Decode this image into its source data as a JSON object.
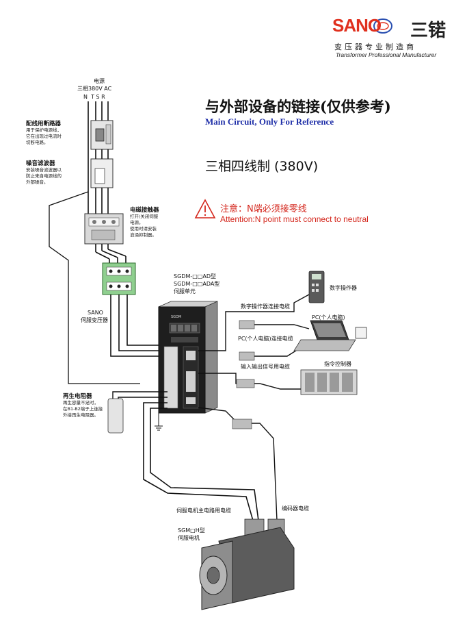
{
  "header": {
    "brand": "SANO",
    "brand_cn": "三锘",
    "tagline_cn": "变压器专业制造商",
    "tagline_en": "Transformer Professional Manufacturer"
  },
  "title": {
    "cn": "与外部设备的链接(仅供参考)",
    "en": "Main Circuit, Only For Reference",
    "subtitle": "三相四线制 (380V)"
  },
  "warning": {
    "cn": "注意：N端必须接零线",
    "en": "Attention:N point must connect to neutral"
  },
  "power": {
    "label1": "电源",
    "label2": "三相380V AC",
    "terminals": "N  T S R"
  },
  "breaker": {
    "title": "配线用断路器",
    "desc1": "用于保护电源线，",
    "desc2": "它在出现过电流时",
    "desc3": "切断电路。"
  },
  "filter": {
    "title": "噪音滤波器",
    "desc1": "安装噪音滤波器以",
    "desc2": "防止来自电源线的",
    "desc3": "外部噪音。"
  },
  "contactor": {
    "title": "电磁接触器",
    "desc1": "打开/关闭伺服",
    "desc2": "电源。",
    "desc3": "使用时请安装",
    "desc4": "浪涌抑制器。"
  },
  "transformer": {
    "line1": "SANO",
    "line2": "伺服变压器"
  },
  "servo_unit": {
    "model1": "SGDM-□□AD型",
    "model2": "SGDM-□□ADA型",
    "name": "伺服单元",
    "front_label": "SGDM"
  },
  "devices": {
    "digital_operator": "数字操作器",
    "digital_operator_cable": "数字操作器连接电缆",
    "pc": "PC(个人电脑)",
    "pc_cable": "PC(个人电脑)连接电缆",
    "io_cable": "输入输出信号用电缆",
    "controller": "指令控制器"
  },
  "regen": {
    "title": "再生电阻器",
    "desc1": "再生容量不足时，",
    "desc2": "在B1-B2端子上连接",
    "desc3": "外接再生电阻器。"
  },
  "motor": {
    "main_cable": "伺服电机主电路用电缆",
    "encoder_cable": "编码器电缆",
    "model": "SGM□H型",
    "name": "伺服电机"
  },
  "colors": {
    "brand_red": "#e0301e",
    "title_blue": "#1f2fa8",
    "warning_red": "#d4261c"
  }
}
